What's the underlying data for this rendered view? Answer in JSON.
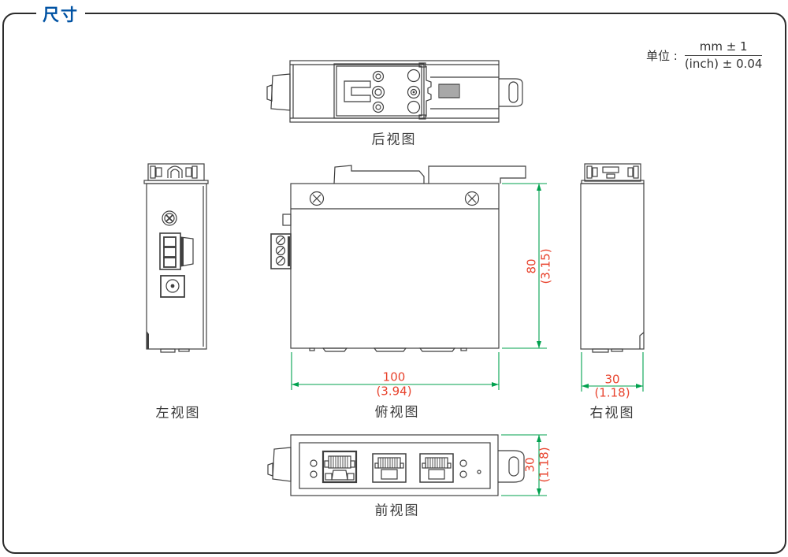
{
  "page": {
    "title": "尺寸"
  },
  "units": {
    "label": "单位 :",
    "numerator": "mm ± 1",
    "denominator": "(inch) ± 0.04"
  },
  "views": {
    "rear": {
      "label": "后视图"
    },
    "left": {
      "label": "左视图"
    },
    "top": {
      "label": "俯视图"
    },
    "right": {
      "label": "右视图"
    },
    "front": {
      "label": "前视图"
    }
  },
  "dimensions": {
    "top_width": {
      "mm": "100",
      "inch": "(3.94)"
    },
    "top_height": {
      "mm": "80",
      "inch": "(3.15)"
    },
    "right_width": {
      "mm": "30",
      "inch": "(1.18)"
    },
    "front_height": {
      "mm": "30",
      "inch": "(1.18)"
    }
  },
  "colors": {
    "accent_blue": "#0052a3",
    "dimension_text_red": "#e8432d",
    "dimension_line_green": "#00a14e",
    "drawing_line": "#3f3f3f"
  }
}
